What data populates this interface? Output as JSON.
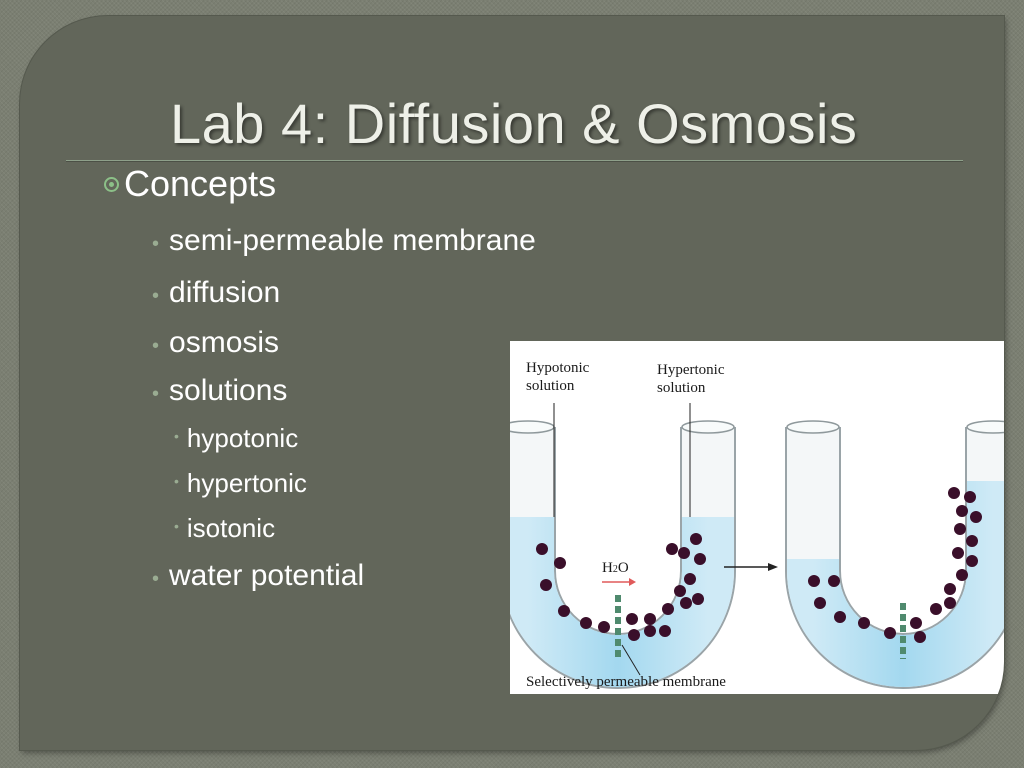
{
  "slide": {
    "title": "Lab 4: Diffusion & Osmosis",
    "heading": "Concepts",
    "bullets": [
      "semi-permeable membrane",
      "diffusion",
      "osmosis",
      "solutions"
    ],
    "sub_bullets": [
      "hypotonic",
      "hypertonic",
      "isotonic"
    ],
    "last_bullet": "water potential"
  },
  "figure": {
    "label_hypotonic_1": "Hypotonic",
    "label_hypotonic_2": "solution",
    "label_hypertonic_1": "Hypertonic",
    "label_hypertonic_2": "solution",
    "h2o_label_h": "H",
    "h2o_label_sub": "2",
    "h2o_label_o": "O",
    "membrane_label": "Selectively permeable membrane"
  },
  "colors": {
    "background": "#7b7f72",
    "slide": "#62665a",
    "bullet_accent": "#8cc088",
    "water": "#a8dcf0",
    "solute": "#3a0f2a"
  }
}
